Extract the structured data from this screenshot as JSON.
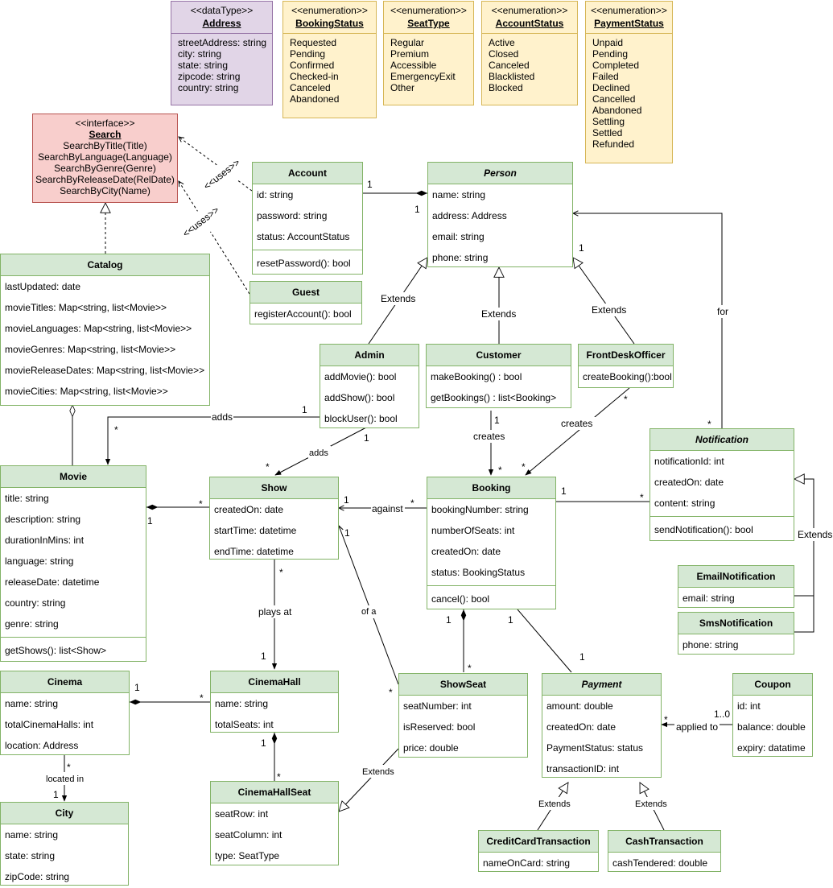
{
  "enums": {
    "address": {
      "stereo": "<<dataType>>",
      "name": "Address",
      "items": [
        "streetAddress: string",
        "city: string",
        "state: string",
        "zipcode: string",
        "country: string"
      ]
    },
    "booking_status": {
      "stereo": "<<enumeration>>",
      "name": "BookingStatus",
      "items": [
        "Requested",
        "Pending",
        "Confirmed",
        "Checked-in",
        "Canceled",
        "Abandoned"
      ]
    },
    "seat_type": {
      "stereo": "<<enumeration>>",
      "name": "SeatType",
      "items": [
        "Regular",
        "Premium",
        "Accessible",
        "EmergencyExit",
        "Other"
      ]
    },
    "account_status": {
      "stereo": "<<enumeration>>",
      "name": "AccountStatus",
      "items": [
        "Active",
        "Closed",
        "Canceled",
        "Blacklisted",
        "Blocked"
      ]
    },
    "payment_status": {
      "stereo": "<<enumeration>>",
      "name": "PaymentStatus",
      "items": [
        "Unpaid",
        "Pending",
        "Completed",
        "Failed",
        "Declined",
        "Cancelled",
        "Abandoned",
        "Settling",
        "Settled",
        "Refunded"
      ]
    }
  },
  "search": {
    "stereo": "<<interface>>",
    "name": "Search",
    "items": [
      "SearchByTitle(Title)",
      "SearchByLanguage(Language)",
      "SearchByGenre(Genre)",
      "SearchByReleaseDate(RelDate)",
      "SearchByCity(Name)"
    ]
  },
  "classes": {
    "account": {
      "name": "Account",
      "attrs": [
        "id: string",
        "password: string",
        "status: AccountStatus"
      ],
      "ops": [
        "resetPassword(): bool"
      ]
    },
    "person": {
      "name": "Person",
      "attrs": [
        "name: string",
        "address: Address",
        "email: string",
        "phone: string"
      ]
    },
    "catalog": {
      "name": "Catalog",
      "attrs": [
        "lastUpdated: date",
        "movieTitles: Map<string, list<Movie>>",
        "movieLanguages: Map<string, list<Movie>>",
        "movieGenres: Map<string, list<Movie>>",
        "movieReleaseDates: Map<string, list<Movie>>",
        "movieCities: Map<string, list<Movie>>"
      ]
    },
    "guest": {
      "name": "Guest",
      "attrs": [
        "registerAccount(): bool"
      ]
    },
    "admin": {
      "name": "Admin",
      "attrs": [
        "addMovie(): bool",
        "addShow(): bool",
        "blockUser(): bool"
      ]
    },
    "customer": {
      "name": "Customer",
      "attrs": [
        "makeBooking() : bool",
        "getBookings() : list<Booking>"
      ]
    },
    "front_desk": {
      "name": "FrontDeskOfficer",
      "attrs": [
        "createBooking():bool"
      ]
    },
    "notification": {
      "name": "Notification",
      "attrs": [
        "notificationId: int",
        "createdOn: date",
        "content: string"
      ],
      "ops": [
        "sendNotification(): bool"
      ]
    },
    "movie": {
      "name": "Movie",
      "attrs": [
        "title: string",
        "description: string",
        "durationInMins: int",
        "language: string",
        "releaseDate: datetime",
        "country: string",
        "genre: string"
      ],
      "ops": [
        "getShows(): list<Show>"
      ]
    },
    "show": {
      "name": "Show",
      "attrs": [
        "createdOn: date",
        "startTime: datetime",
        "endTime: datetime"
      ]
    },
    "booking": {
      "name": "Booking",
      "attrs": [
        "bookingNumber: string",
        "numberOfSeats: int",
        "createdOn: date",
        "status: BookingStatus"
      ],
      "ops": [
        "cancel(): bool"
      ]
    },
    "email_notification": {
      "name": "EmailNotification",
      "attrs": [
        "email: string"
      ]
    },
    "sms_notification": {
      "name": "SmsNotification",
      "attrs": [
        "phone: string"
      ]
    },
    "cinema": {
      "name": "Cinema",
      "attrs": [
        "name: string",
        "totalCinemaHalls: int",
        "location: Address"
      ]
    },
    "cinema_hall": {
      "name": "CinemaHall",
      "attrs": [
        "name: string",
        "totalSeats: int"
      ]
    },
    "show_seat": {
      "name": "ShowSeat",
      "attrs": [
        "seatNumber: int",
        "isReserved: bool",
        "price: double"
      ]
    },
    "payment": {
      "name": "Payment",
      "attrs": [
        "amount: double",
        "createdOn: date",
        "PaymentStatus: status",
        "transactionID: int"
      ]
    },
    "coupon": {
      "name": "Coupon",
      "attrs": [
        "id: int",
        "balance: double",
        "expiry: datatime"
      ]
    },
    "city": {
      "name": "City",
      "attrs": [
        "name: string",
        "state: string",
        "zipCode: string"
      ]
    },
    "cinema_hall_seat": {
      "name": "CinemaHallSeat",
      "attrs": [
        "seatRow: int",
        "seatColumn: int",
        "type: SeatType"
      ]
    },
    "credit_card": {
      "name": "CreditCardTransaction",
      "attrs": [
        "nameOnCard: string"
      ]
    },
    "cash": {
      "name": "CashTransaction",
      "attrs": [
        "cashTendered: double"
      ]
    }
  },
  "labels": {
    "uses": "<<uses>>",
    "extends": "Extends",
    "for": "for",
    "adds": "adds",
    "creates": "creates",
    "against": "against",
    "plays_at": "plays at",
    "of_a": "of a",
    "located_in": "located in",
    "applied_to": "applied to",
    "one": "1",
    "many": "*",
    "one_zero": "1..0"
  }
}
